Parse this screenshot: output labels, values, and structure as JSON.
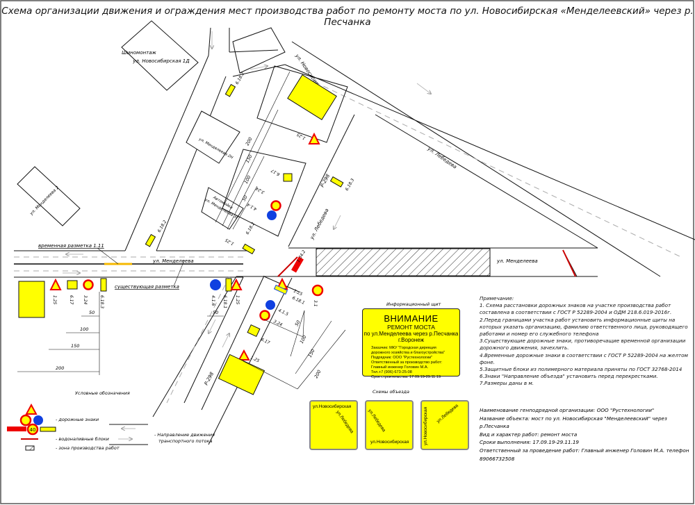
{
  "title": "Схема организации движения и ограждения мест производства работ по ремонту моста по ул. Новосибирская «Менделеевский» через р. Песчанка",
  "map": {
    "buildings": {
      "tire_service": [
        "Шиномонтаж",
        "ул. Новосибирская 1Д"
      ],
      "mendeleeva_2": "ул. Менделеева 2",
      "mendeleeva_2n": "ул. Менделеева 2Н",
      "car_wash": [
        "Автомойка",
        "ул. Менделеева 3Г"
      ]
    },
    "streets": {
      "novosibirskaya": "ул. Новосибирская",
      "lebedeva_1": "ул. Лебедева",
      "lebedeva_2": "ул. Лебедева",
      "mendeleeva_left": "ул. Менделеева",
      "mendeleeva_right": "ул. Менделеева",
      "r298_1": "Р-298",
      "r298_2": "Р-298"
    },
    "callouts": {
      "temp_marking": "временная разметка 1.11",
      "existing_marking": "существующая разметка"
    },
    "sign_codes": {
      "left": [
        "1.25",
        "6.17",
        "3.24",
        "6.18.3",
        "4.1.6",
        "6.18.1",
        "1.25"
      ],
      "top": [
        "6.18.2",
        "1.25",
        "6.17",
        "3.24",
        "4.1.4",
        "1.25",
        "6.18.2",
        "6.18.2",
        "6.18.3"
      ],
      "right": [
        "1.25",
        "6.18.1",
        "3.1",
        "4.1.5",
        "3.24",
        "6.17",
        "1.25",
        "1.34.2"
      ]
    },
    "dimensions": {
      "left": [
        "50",
        "100",
        "150",
        "200",
        "50"
      ],
      "top": [
        "200",
        "150",
        "100",
        "50"
      ],
      "right": [
        "50",
        "100",
        "150",
        "200"
      ]
    }
  },
  "info_board": {
    "caption": "Информационный щит",
    "heading": "ВНИМАНИЕ",
    "line1": "РЕМОНТ МОСТА",
    "line2": "по ул.Менделеева через р.Песчанка",
    "line3": "г.Воронеж",
    "details": [
      "Заказчик: МКУ \"Городская дирекция",
      "дорожного хозяйства и благоустройства\"",
      "Подрядчик: ООО \"Рустехнологии\"",
      "Ответственный за производство работ:",
      "Главный инженер Головин М.А.",
      "Тел.+7 (906) 673-25-08",
      "Срок строительства: 17.09.19-29.11.19"
    ]
  },
  "notes": {
    "heading": "Примечание:",
    "items": [
      "1. Схема расстановки дорожных знаков на участке производства работ составлена в соответствии с ГОСТ Р 52289-2004 и ОДМ 218.6.019-2016г.",
      "2.Перед границами участка работ установить информационные щиты на которых указать организацию, фамилию ответственного лица, руководящего работами и номер его служебного телефона",
      "3.Существующие дорожные знаки, противоречащие временной организации дорожного движения, зачехлить.",
      "4.Временные дорожные знаки в соответствии с ГОСТ Р 52289-2004 на желтом фоне.",
      "5.Защитные блоки из полимерного материала приняты по ГОСТ 32768-2014",
      "6.Знаки \"Направление объезда\" установить перед перекрестками.",
      "7.Размеры даны в м."
    ]
  },
  "project_info": [
    "Наименование генподрядной организации: ООО \"Рустехнологии\"",
    "Название объекта:  мост по ул. Новосибирская \"Менделеевский\" через р.Песчанка",
    "Вид и характер работ: ремонт моста",
    "Сроки выполнения: 17.09.19-29.11.19",
    "Ответственный за проведение работ: Главный инженер Головин М.А. телефон 89066732508"
  ],
  "legend": {
    "caption": "Условные обозначения",
    "road_signs": "- дорожные знаки",
    "water_blocks": "- водоналивные блоки",
    "work_zone": "- зона производства работ",
    "traffic_direction": [
      "- Направление движения",
      "транспортного потока"
    ],
    "sign_speed": "40"
  },
  "detour": {
    "caption": "Схемы объезда",
    "schemes": [
      {
        "street_a": "ул.Новосибирская",
        "street_b": "ул.Лебедева"
      },
      {
        "street_a": "ул.Лебедева",
        "street_b": "ул.Новосибирская"
      },
      {
        "street_a": "ул.Новосибирская",
        "street_b": "ул.Лебедева"
      }
    ]
  },
  "colors": {
    "sign_yellow": "#ffff00",
    "sign_red": "#e00000",
    "sign_blue": "#1040e0",
    "hatch": "#333333"
  }
}
